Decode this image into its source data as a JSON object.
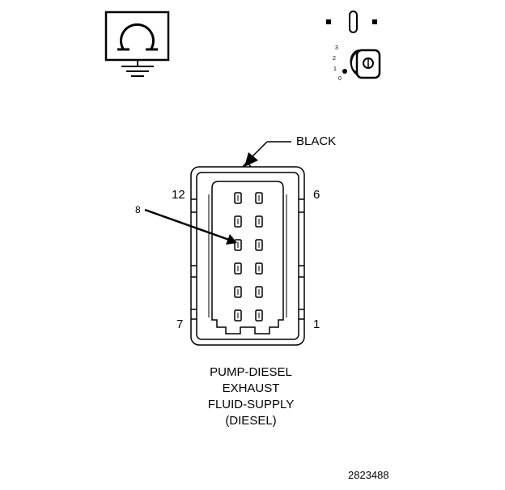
{
  "diagram": {
    "callout_color": "BLACK",
    "pin_labels": {
      "top_left": "12",
      "top_right": "6",
      "bottom_left": "7",
      "bottom_right": "1",
      "pointer": "8"
    },
    "ignition_positions": [
      "3",
      "2",
      "1",
      "0"
    ],
    "caption_lines": [
      "PUMP-DIESEL",
      "EXHAUST",
      "FLUID-SUPPLY",
      "(DIESEL)"
    ],
    "figure_id": "2823488"
  },
  "icons": {
    "ground_symbol": "ohm-ground-icon",
    "ignition_key": "ignition-key-icon"
  }
}
